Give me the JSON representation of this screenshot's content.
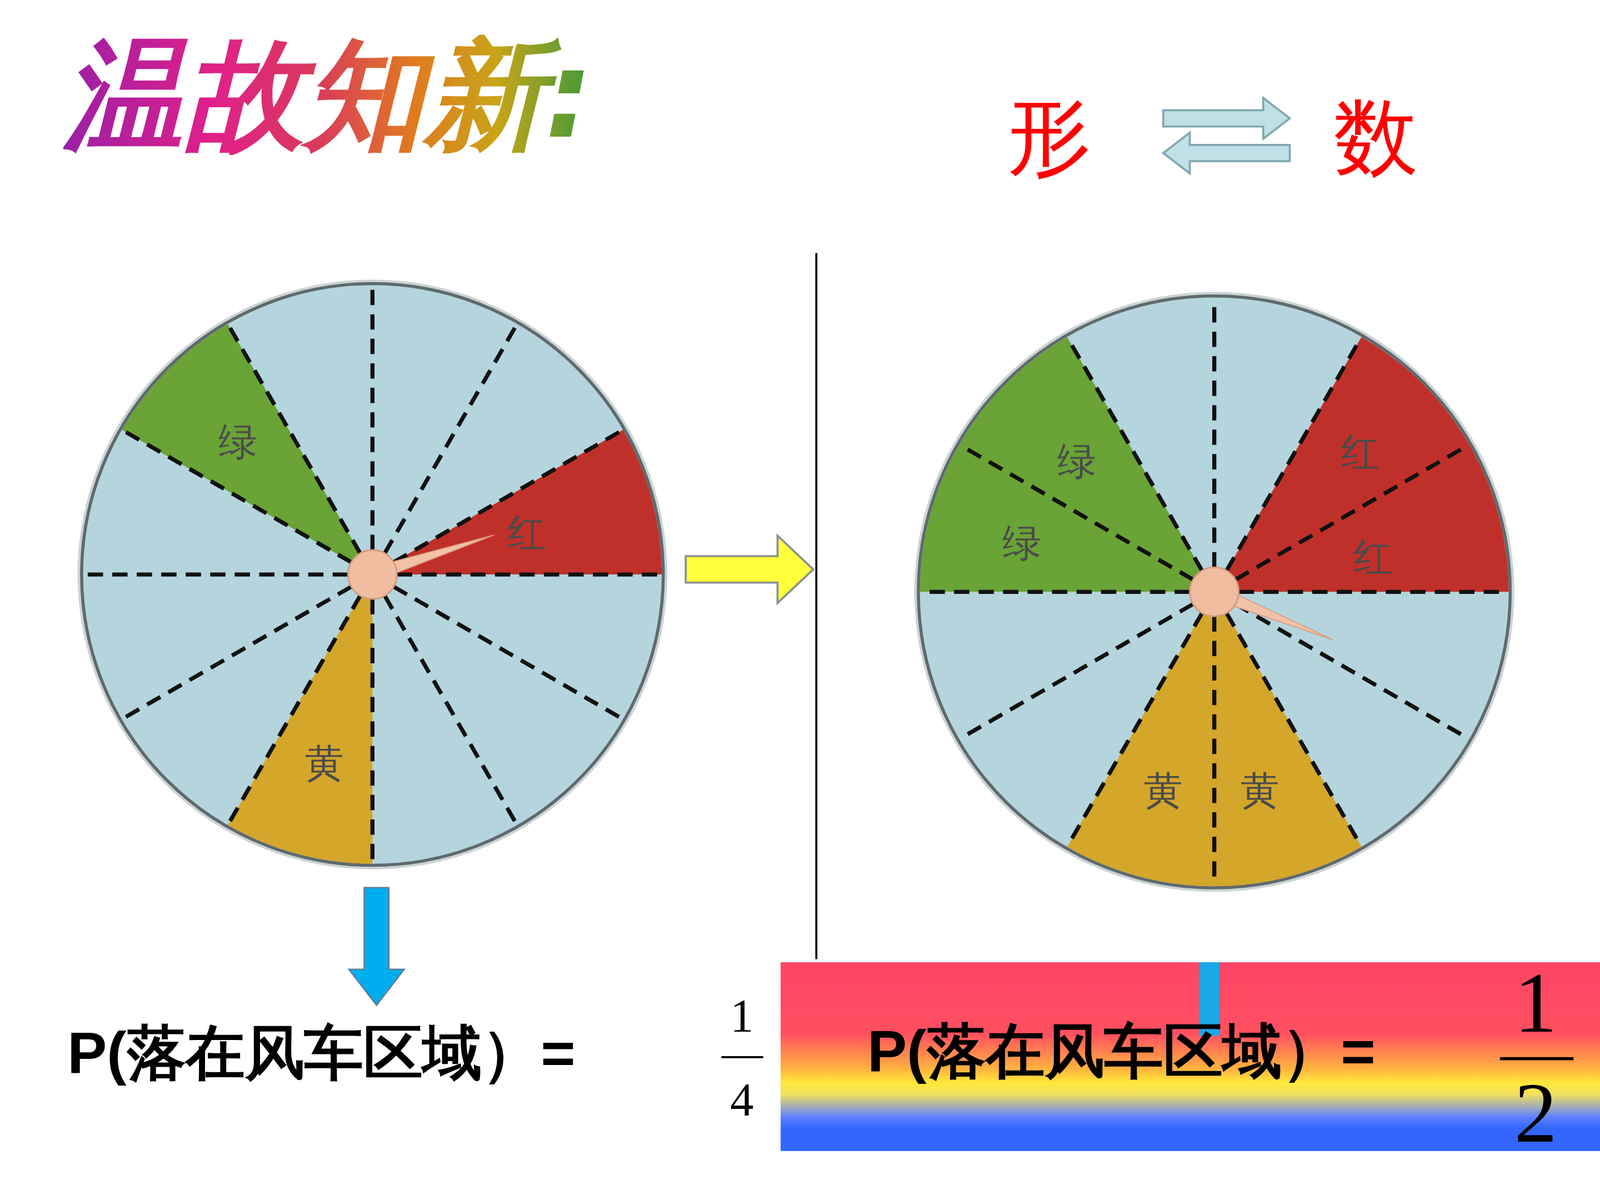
{
  "diagram": {
    "title": "温故知新:",
    "nodes": [
      {
        "text": [
          "P(落在风车区域）=",
          "1",
          "2"
        ]
      }
    ],
    "labels": [
      "形",
      "数",
      "绿",
      "红",
      "黄",
      "绿",
      "绿",
      "红",
      "红",
      "黄",
      "黄",
      "P(落在风车区域）=",
      "1",
      "4"
    ]
  }
}
